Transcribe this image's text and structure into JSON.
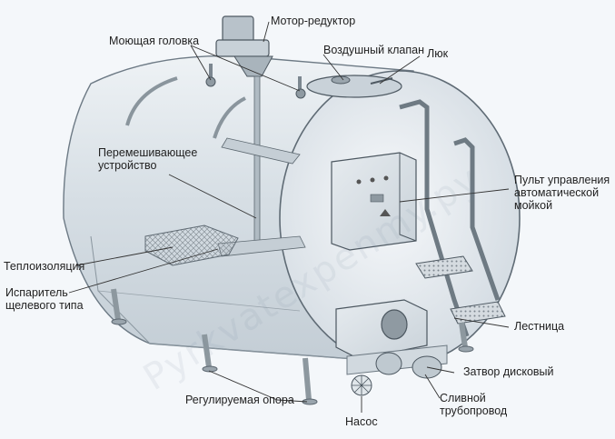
{
  "labels": {
    "motor_reducer": "Мотор-редуктор",
    "wash_head": "Моющая головка",
    "air_valve": "Воздушный клапан",
    "hatch": "Люк",
    "mixer_line1": "Перемешивающее",
    "mixer_line2": "устройство",
    "control_line1": "Пульт управления",
    "control_line2": "автоматической",
    "control_line3": "мойкой",
    "insulation": "Теплоизоляция",
    "evaporator_line1": "Испаритель",
    "evaporator_line2": "щелевого типа",
    "ladder": "Лестница",
    "disc_valve": "Затвор дисковый",
    "adjustable_support": "Регулируемая опора",
    "drain_line1": "Сливной",
    "drain_line2": "трубопровод",
    "pump": "Насос"
  },
  "watermark": "Pyrkvatexpenmy.py",
  "colors": {
    "tank_body": "#dce4ea",
    "tank_edge": "#6d7a85",
    "label_line": "#333333"
  }
}
